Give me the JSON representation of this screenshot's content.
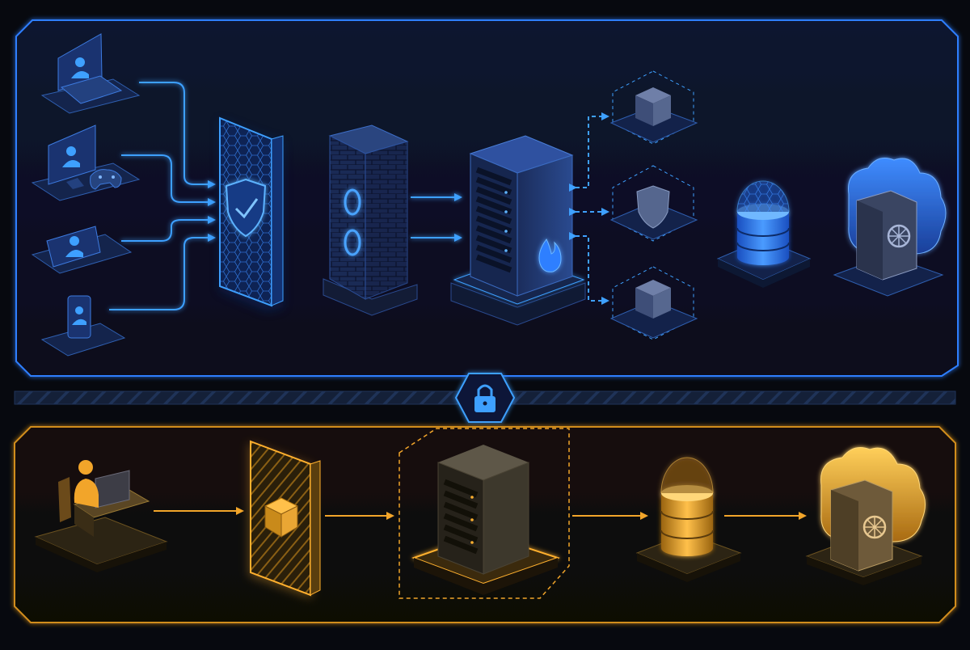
{
  "theme": {
    "background": "#07090f",
    "blue_accent": "#2f8cff",
    "blue_glow": "#4aa3ff",
    "gold_accent": "#f2a52a",
    "gold_glow": "#ffc34d"
  },
  "diagram": {
    "upper_network": {
      "clients": [
        {
          "device": "laptop",
          "icon": "user-icon"
        },
        {
          "device": "desktop-with-gamepad",
          "icon": "user-icon"
        },
        {
          "device": "tablet",
          "icon": "user-icon"
        },
        {
          "device": "phone",
          "icon": "user-icon"
        }
      ],
      "gateway_icon": "shield-check-icon",
      "firewall_icon": "brick-wall-icon",
      "server_icon": "server-rack-flame-icon",
      "services": [
        {
          "icon": "cube-cluster-icon"
        },
        {
          "icon": "shield-icon"
        },
        {
          "icon": "cube-cluster-icon"
        }
      ],
      "database_icon": "database-icon",
      "vault_icon": "cloud-vault-icon"
    },
    "divider_icon": "lock-icon",
    "lower_network": {
      "client_icon": "user-at-desk-icon",
      "gateway_icon": "cube-panel-icon",
      "server_icon": "server-tower-icon",
      "database_icon": "database-icon",
      "vault_icon": "cloud-vault-icon"
    }
  }
}
